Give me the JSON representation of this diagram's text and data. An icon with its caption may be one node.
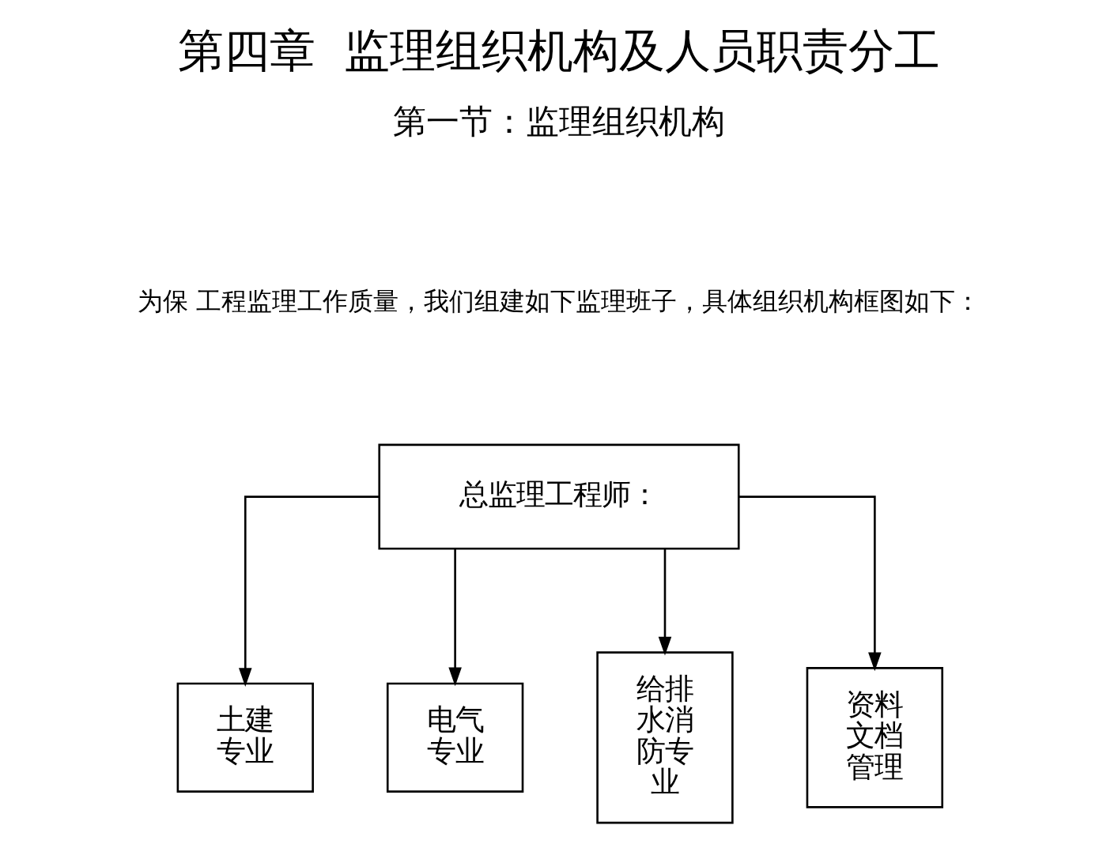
{
  "diagram": {
    "title": "第四章  监理组织机构及人员职责分工",
    "nodes": [
      {
        "text": [
          "总监理工程师："
        ]
      },
      {
        "text": [
          "土建专业"
        ]
      },
      {
        "text": [
          "电气专业"
        ]
      },
      {
        "text": [
          "给排水消防专业"
        ]
      },
      {
        "text": [
          "资料文档管理"
        ]
      }
    ],
    "edges": [
      {
        "from": 0,
        "to": 1,
        "arrow": "to"
      },
      {
        "from": 0,
        "to": 2,
        "arrow": "to"
      },
      {
        "from": 0,
        "to": 3,
        "arrow": "to"
      },
      {
        "from": 0,
        "to": 4,
        "arrow": "to"
      }
    ],
    "labels": [
      "第一节：监理组织机构",
      "为保 工程监理工作质量，我们组建如下监理班子，具体组织机构框图如下："
    ]
  }
}
